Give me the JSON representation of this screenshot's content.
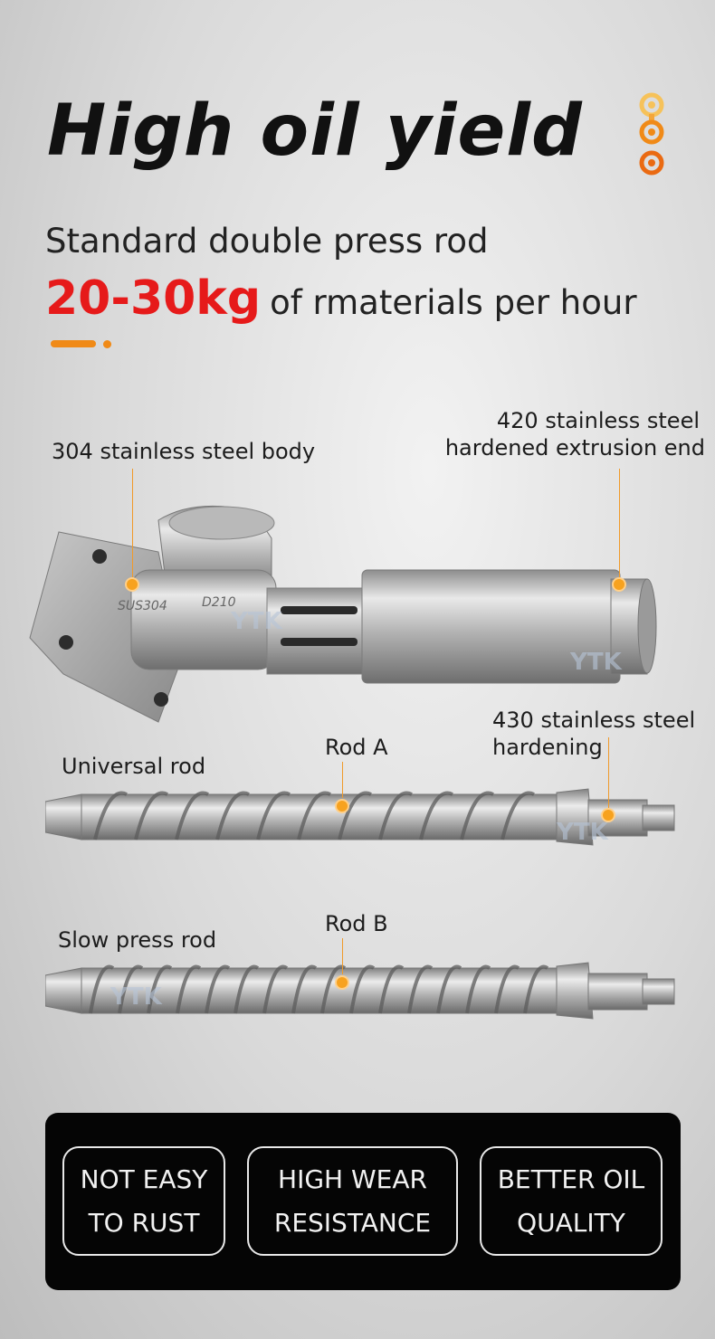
{
  "heading": {
    "title": "High oil yield",
    "subtitle": "Standard double press rod",
    "highlight": "20-30kg",
    "highlight_text": "of rmaterials per hour"
  },
  "callouts": {
    "body": "304 stainless steel body",
    "extrusion_line1": "420 stainless steel",
    "extrusion_line2": "hardened extrusion end",
    "hardening_line1": "430 stainless steel",
    "hardening_line2": "hardening",
    "universal_rod": "Universal rod",
    "rod_a": "Rod A",
    "slow_rod": "Slow press rod",
    "rod_b": "Rod B"
  },
  "engraving": {
    "body_mark": "SUS304",
    "size_mark": "D210",
    "watermark": "YTK"
  },
  "features": [
    {
      "line1": "NOT EASY",
      "line2": "TO RUST"
    },
    {
      "line1": "HIGH WEAR",
      "line2": "RESISTANCE"
    },
    {
      "line1": "BETTER OIL",
      "line2": "QUALITY"
    }
  ],
  "colors": {
    "accent": "#f08a17",
    "highlight": "#e61a1a",
    "panel": "#050505"
  }
}
